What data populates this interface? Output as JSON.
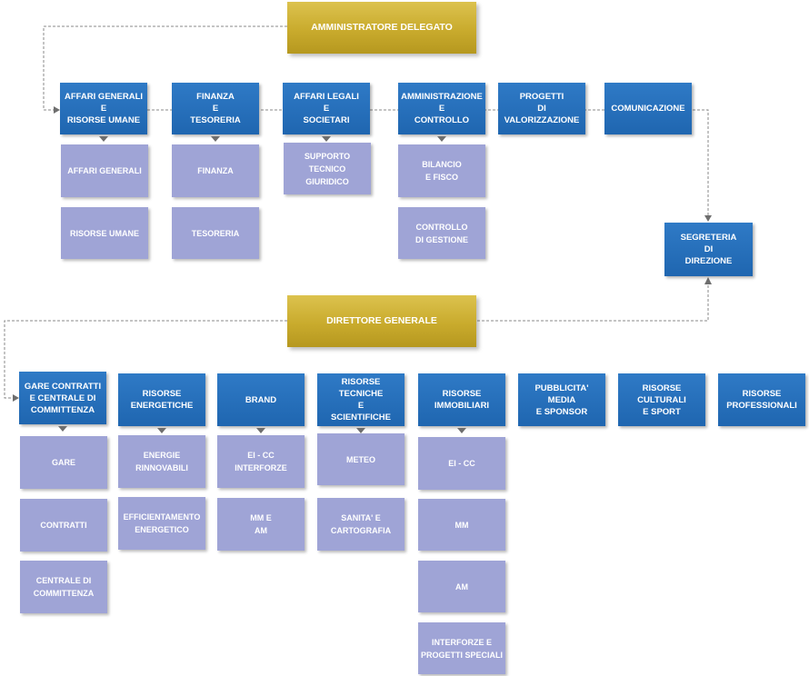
{
  "top": {
    "ad": "AMMINISTRATORE DELEGATO",
    "dg": "DIRETTORE GENERALE",
    "segreteria": "SEGRETERIA\nDI\nDIREZIONE"
  },
  "ad_departments": [
    {
      "label": "AFFARI GENERALI\nE\nRISORSE UMANE",
      "subs": [
        "AFFARI GENERALI",
        "RISORSE UMANE"
      ]
    },
    {
      "label": "FINANZA\nE\nTESORERIA",
      "subs": [
        "FINANZA",
        "TESORERIA"
      ]
    },
    {
      "label": "AFFARI LEGALI\nE\nSOCIETARI",
      "subs": [
        "SUPPORTO\nTECNICO\nGIURIDICO"
      ]
    },
    {
      "label": "AMMINISTRAZIONE\nE\nCONTROLLO",
      "subs": [
        "BILANCIO\nE FISCO",
        "CONTROLLO\nDI GESTIONE"
      ]
    },
    {
      "label": "PROGETTI\nDI\nVALORIZZAZIONE",
      "subs": []
    },
    {
      "label": "COMUNICAZIONE",
      "subs": []
    }
  ],
  "dg_departments": [
    {
      "label": "GARE CONTRATTI\nE CENTRALE DI\nCOMMITTENZA",
      "subs": [
        "GARE",
        "CONTRATTI",
        "CENTRALE DI\nCOMMITTENZA"
      ]
    },
    {
      "label": "RISORSE\nENERGETICHE",
      "subs": [
        "ENERGIE\nRINNOVABILI",
        "EFFICIENTAMENTO\nENERGETICO"
      ]
    },
    {
      "label": "BRAND",
      "subs": [
        "EI - CC\nINTERFORZE",
        "MM E\nAM"
      ]
    },
    {
      "label": "RISORSE TECNICHE\nE\nSCIENTIFICHE",
      "subs": [
        "METEO",
        "SANITA' E\nCARTOGRAFIA"
      ]
    },
    {
      "label": "RISORSE\nIMMOBILIARI",
      "subs": [
        "EI - CC",
        "MM",
        "AM",
        "INTERFORZE E\nPROGETTI SPECIALI"
      ]
    },
    {
      "label": "PUBBLICITA'\nMEDIA\nE SPONSOR",
      "subs": []
    },
    {
      "label": "RISORSE\nCULTURALI\nE SPORT",
      "subs": []
    },
    {
      "label": "RISORSE\nPROFESSIONALI",
      "subs": []
    }
  ],
  "colors": {
    "gold": "#c9ab2d",
    "blue": "#1f66b0",
    "sub": "#9fa4d6",
    "connector": "#8a8a8a"
  }
}
